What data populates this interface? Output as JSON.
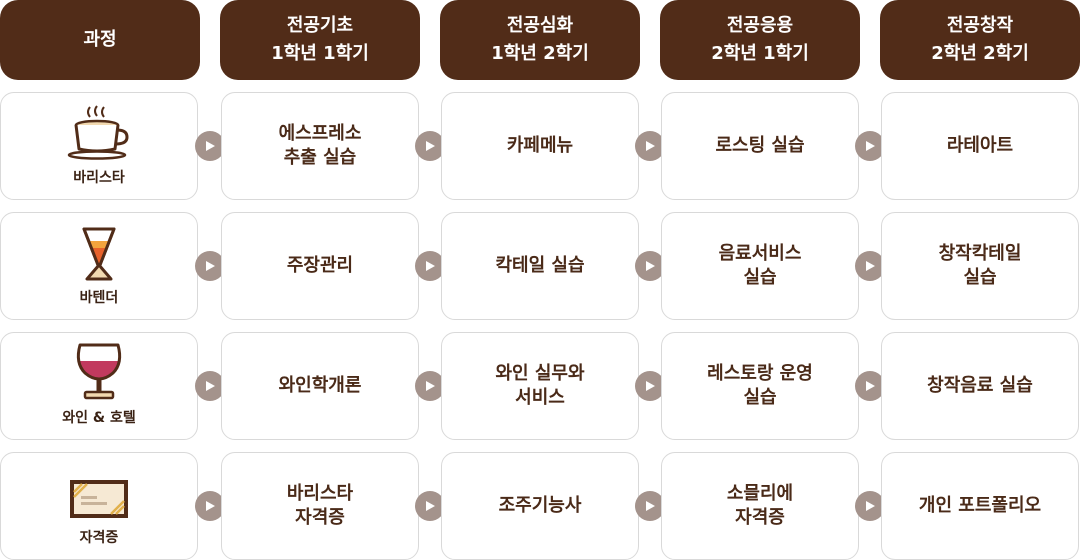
{
  "headers": [
    {
      "line1": "과정",
      "line2": ""
    },
    {
      "line1": "전공기초",
      "line2": "1학년 1학기"
    },
    {
      "line1": "전공심화",
      "line2": "1학년 2학기"
    },
    {
      "line1": "전공응용",
      "line2": "2학년 1학기"
    },
    {
      "line1": "전공창작",
      "line2": "2학년 2학기"
    }
  ],
  "rows": [
    {
      "category": "바리스타",
      "icon": "coffee-cup-icon",
      "cells": [
        [
          "에스프레소",
          "추출 실습"
        ],
        [
          "카페메뉴"
        ],
        [
          "로스팅 실습"
        ],
        [
          "라테아트"
        ]
      ]
    },
    {
      "category": "바텐더",
      "icon": "cocktail-glass-icon",
      "cells": [
        [
          "주장관리"
        ],
        [
          "칵테일 실습"
        ],
        [
          "음료서비스",
          "실습"
        ],
        [
          "창작칵테일",
          "실습"
        ]
      ]
    },
    {
      "category": "와인 & 호텔",
      "icon": "wine-glass-icon",
      "cells": [
        [
          "와인학개론"
        ],
        [
          "와인 실무와",
          "서비스"
        ],
        [
          "레스토랑 운영",
          "실습"
        ],
        [
          "창작음료 실습"
        ]
      ]
    },
    {
      "category": "자격증",
      "icon": "certificate-icon",
      "cells": [
        [
          "바리스타",
          "자격증"
        ],
        [
          "조주기능사"
        ],
        [
          "소믈리에",
          "자격증"
        ],
        [
          "개인 포트폴리오"
        ]
      ]
    }
  ],
  "colors": {
    "header_bg": "#512c18",
    "text": "#4a2a18",
    "arrow": "#a4938c",
    "border": "#d9d9d9"
  }
}
